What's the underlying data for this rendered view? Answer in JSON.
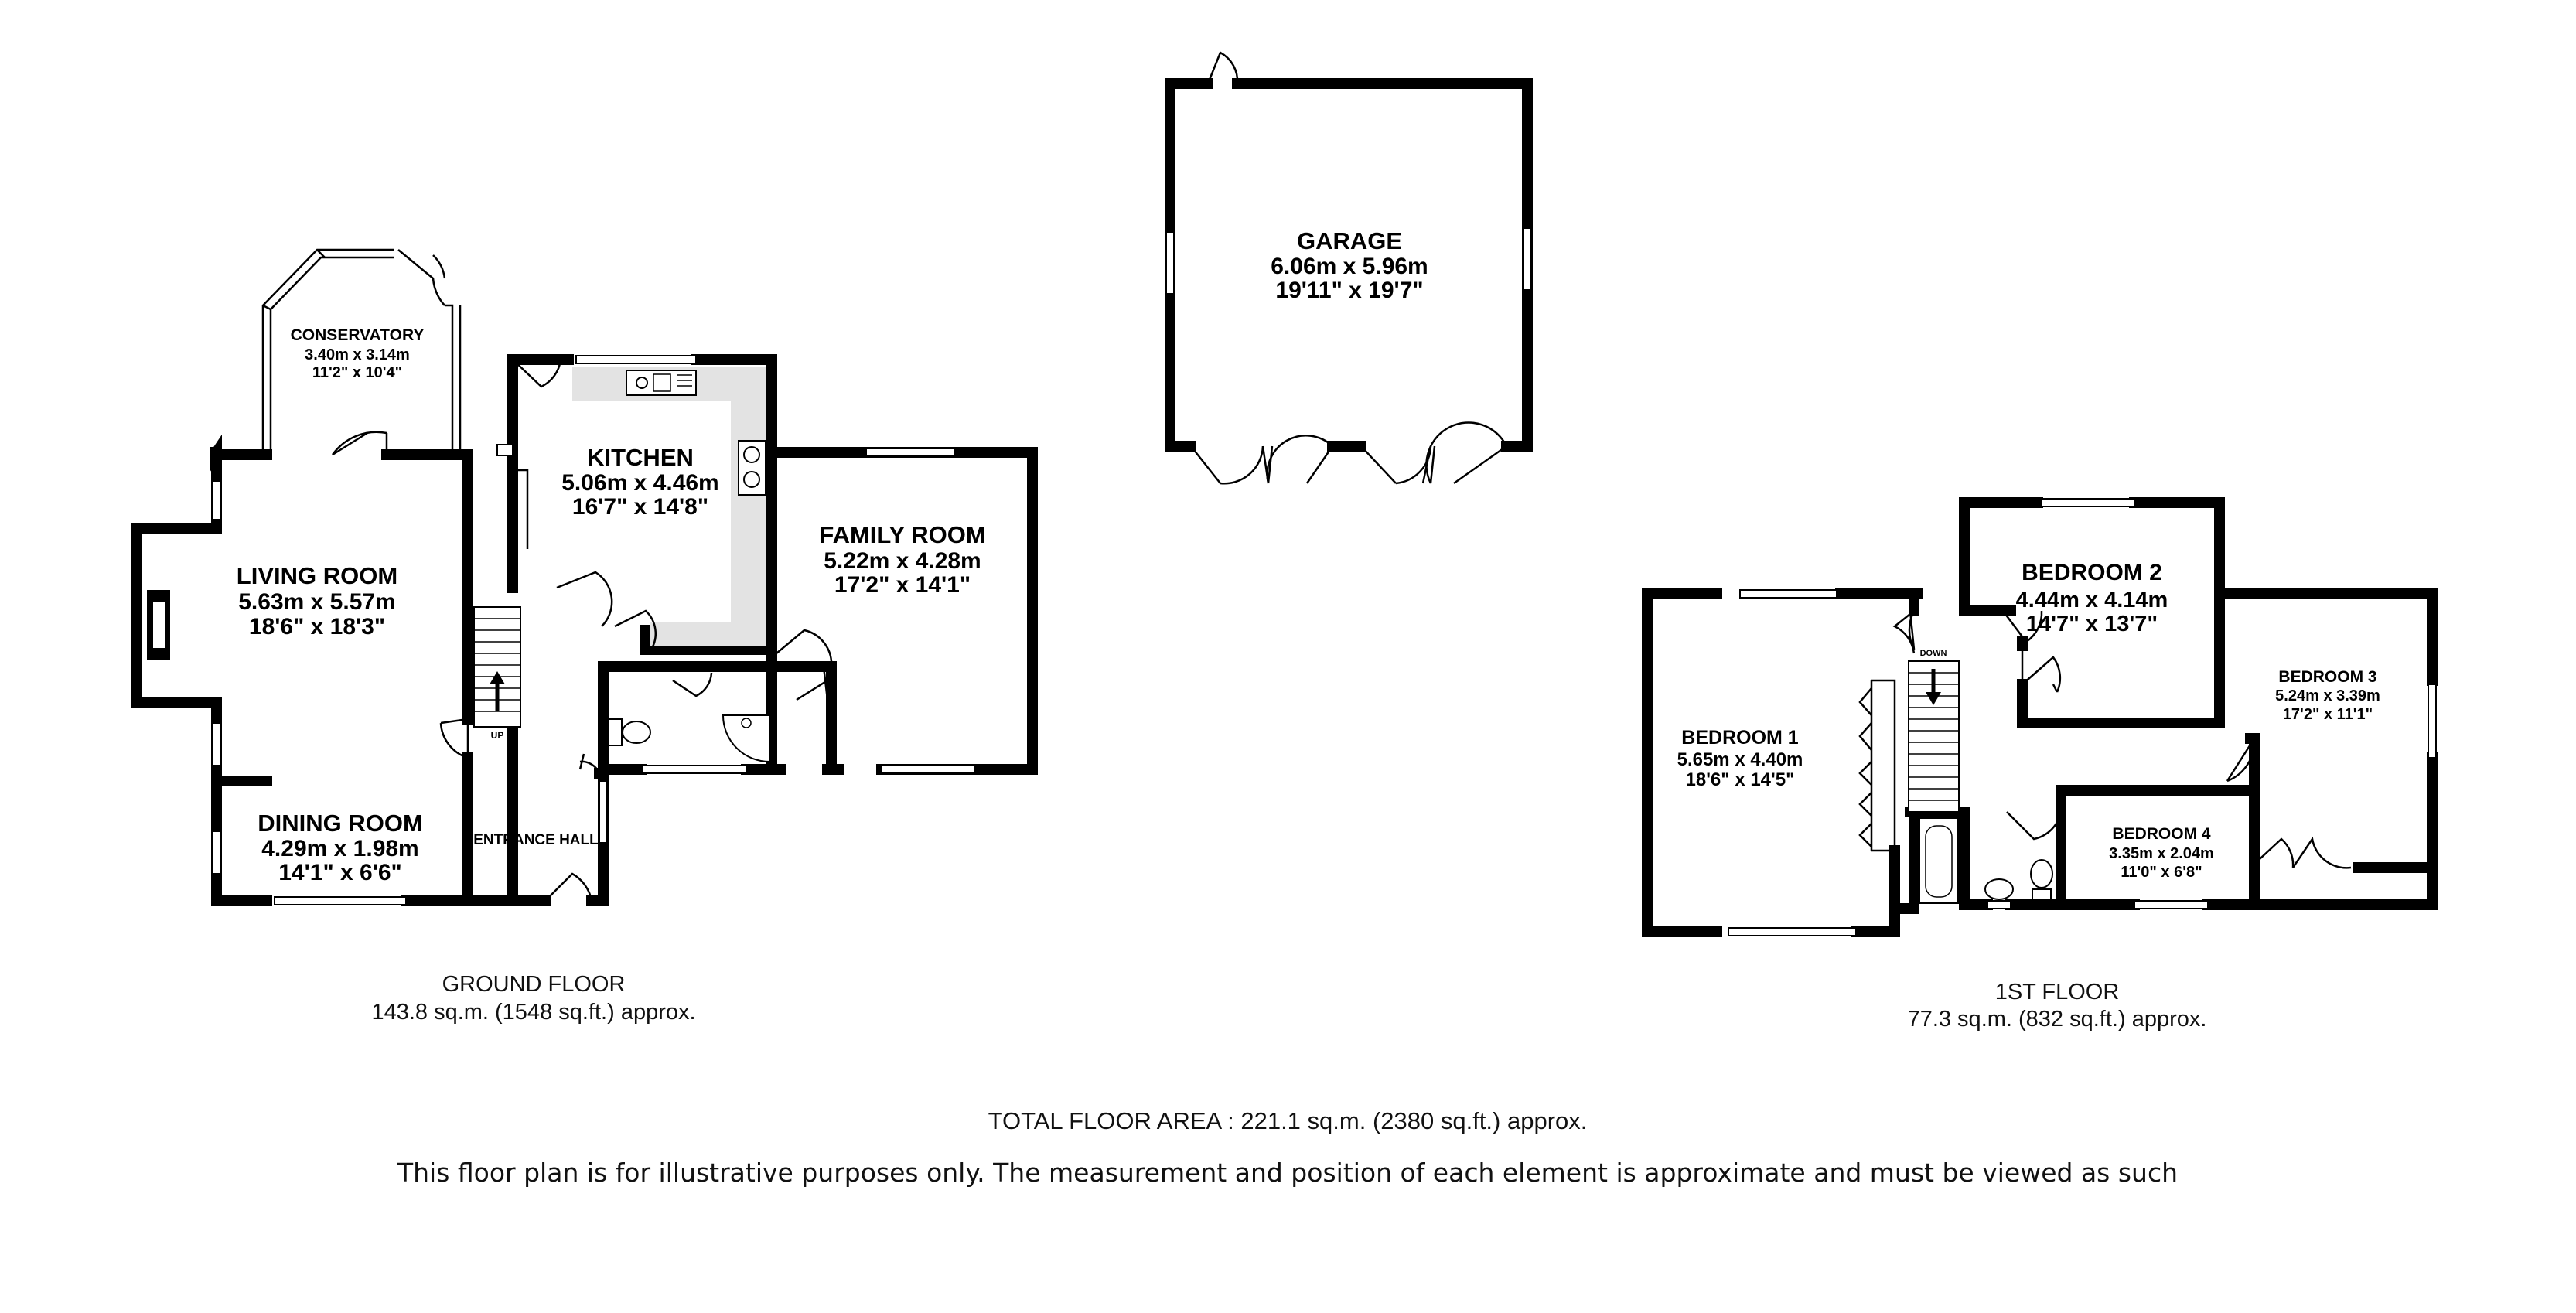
{
  "rooms": {
    "garage": {
      "name": "GARAGE",
      "metric": "6.06m  x 5.96m",
      "imperial": "19'11\"  x 19'7\""
    },
    "conservatory": {
      "name": "CONSERVATORY",
      "metric": "3.40m  x 3.14m",
      "imperial": "11'2\"  x 10'4\""
    },
    "kitchen": {
      "name": "KITCHEN",
      "metric": "5.06m  x 4.46m",
      "imperial": "16'7\"  x 14'8\""
    },
    "living_room": {
      "name": "LIVING ROOM",
      "metric": "5.63m  x 5.57m",
      "imperial": "18'6\"  x 18'3\""
    },
    "family_room": {
      "name": "FAMILY ROOM",
      "metric": "5.22m  x 4.28m",
      "imperial": "17'2\"  x 14'1\""
    },
    "dining_room": {
      "name": "DINING ROOM",
      "metric": "4.29m  x 1.98m",
      "imperial": "14'1\"  x 6'6\""
    },
    "entrance_hall": {
      "name": "ENTRANCE HALL"
    },
    "bedroom_1": {
      "name": "BEDROOM 1",
      "metric": "5.65m  x 4.40m",
      "imperial": "18'6\"  x 14'5\""
    },
    "bedroom_2": {
      "name": "BEDROOM 2",
      "metric": "4.44m  x 4.14m",
      "imperial": "14'7\"  x 13'7\""
    },
    "bedroom_3": {
      "name": "BEDROOM 3",
      "metric": "5.24m  x 3.39m",
      "imperial": "17'2\"  x 11'1\""
    },
    "bedroom_4": {
      "name": "BEDROOM 4",
      "metric": "3.35m  x 2.04m",
      "imperial": "11'0\"  x 6'8\""
    }
  },
  "stairs": {
    "up_label": "UP",
    "down_label": "DOWN"
  },
  "floors": {
    "ground": {
      "title": "GROUND FLOOR",
      "area": "143.8 sq.m. (1548 sq.ft.) approx."
    },
    "first": {
      "title": "1ST FLOOR",
      "area": "77.3 sq.m. (832 sq.ft.) approx."
    }
  },
  "total_area": "TOTAL FLOOR AREA : 221.1 sq.m. (2380 sq.ft.) approx.",
  "disclaimer": "This floor plan is for illustrative purposes only. The measurement and position of each element is approximate and must be viewed as such"
}
